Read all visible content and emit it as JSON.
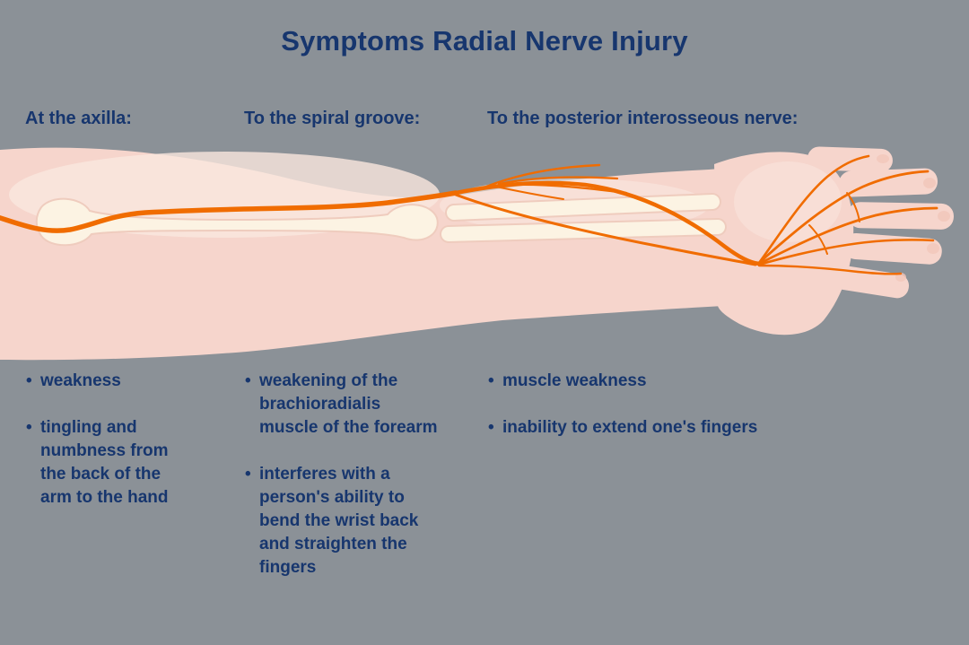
{
  "title": "Symptoms Radial Nerve Injury",
  "columns": [
    {
      "heading": "At the axilla:",
      "items": [
        "weakness",
        "tingling and numbness from the back of the arm to the hand"
      ]
    },
    {
      "heading": "To the spiral groove:",
      "items": [
        "weakening of the brachioradialis muscle of the forearm",
        "interferes with a person's ability to bend the wrist back and straighten the fingers"
      ]
    },
    {
      "heading": "To the posterior interosseous nerve:",
      "items": [
        "muscle weakness",
        "inability to extend one's fingers"
      ]
    }
  ],
  "colors": {
    "background": "#8b9197",
    "text": "#17366e",
    "skin": "#f6d5cc",
    "skin_light": "#fae7df",
    "bone": "#fcf3e3",
    "bone_outline": "#efccbe",
    "nerve": "#f06c00"
  }
}
